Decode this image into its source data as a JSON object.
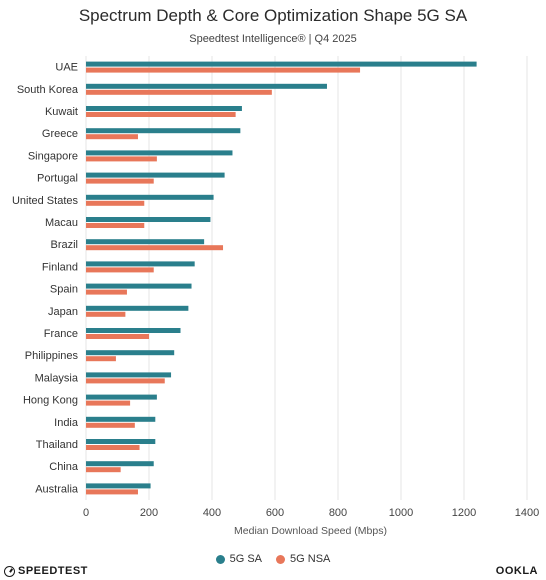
{
  "header": {
    "title": "Spectrum Depth & Core Optimization Shape 5G SA",
    "subtitle": "Speedtest Intelligence® | Q4 2025"
  },
  "brands": {
    "left": "SPEEDTEST",
    "right": "OOKLA"
  },
  "colors": {
    "sa": "#2a7f8c",
    "nsa": "#e8775a",
    "grid": "#e6e6e6"
  },
  "chart_data": {
    "type": "bar",
    "orientation": "horizontal",
    "title": "Spectrum Depth & Core Optimization Shape 5G SA",
    "subtitle": "Speedtest Intelligence® | Q4 2025",
    "xlabel": "Median Download Speed (Mbps)",
    "ylabel": "",
    "xlim": [
      0,
      1400
    ],
    "xticks": [
      0,
      200,
      400,
      600,
      800,
      1000,
      1200,
      1400
    ],
    "grid": true,
    "legend_position": "bottom",
    "categories": [
      "UAE",
      "South Korea",
      "Kuwait",
      "Greece",
      "Singapore",
      "Portugal",
      "United States",
      "Macau",
      "Brazil",
      "Finland",
      "Spain",
      "Japan",
      "France",
      "Philippines",
      "Malaysia",
      "Hong Kong",
      "India",
      "Thailand",
      "China",
      "Australia"
    ],
    "series": [
      {
        "name": "5G SA",
        "values": [
          1240,
          765,
          495,
          490,
          465,
          440,
          405,
          395,
          375,
          345,
          335,
          325,
          300,
          280,
          270,
          225,
          220,
          220,
          215,
          205
        ]
      },
      {
        "name": "5G NSA",
        "values": [
          870,
          590,
          475,
          165,
          225,
          215,
          185,
          185,
          435,
          215,
          130,
          125,
          200,
          95,
          250,
          140,
          155,
          170,
          110,
          165
        ]
      }
    ]
  }
}
